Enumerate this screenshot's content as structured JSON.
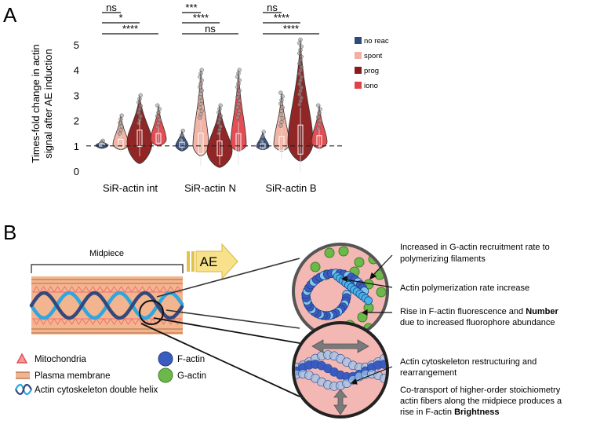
{
  "panel_a_letter": "A",
  "panel_b_letter": "B",
  "chart_data": {
    "type": "violin",
    "ylabel_line1": "Times-fold change in actin",
    "ylabel_line2": "signal after AE induction",
    "ylim": [
      0,
      5.3
    ],
    "yticks": [
      "0",
      "1",
      "2",
      "3",
      "4",
      "5"
    ],
    "reference_line": 1,
    "categories": [
      "SiR-actin int",
      "SiR-actin N",
      "SiR-actin B"
    ],
    "series": [
      {
        "name": "no reac",
        "color": "#2f4b7c",
        "max": [
          1.2,
          1.6,
          1.55
        ],
        "median": [
          1.05,
          1.05,
          1.0
        ],
        "min": [
          0.9,
          0.8,
          0.85
        ]
      },
      {
        "name": "spont",
        "color": "#f2b0a0",
        "max": [
          2.2,
          4.0,
          3.1
        ],
        "median": [
          1.1,
          1.1,
          1.1
        ],
        "min": [
          0.85,
          0.6,
          0.8
        ]
      },
      {
        "name": "prog",
        "color": "#8b1a1a",
        "max": [
          3.0,
          2.6,
          5.2
        ],
        "median": [
          1.3,
          0.9,
          1.25
        ],
        "min": [
          0.3,
          0.15,
          0.4
        ]
      },
      {
        "name": "iono",
        "color": "#e0444a",
        "max": [
          2.6,
          4.0,
          2.6
        ],
        "median": [
          1.3,
          1.1,
          1.2
        ],
        "min": [
          1.0,
          0.8,
          0.9
        ]
      }
    ],
    "significance": [
      [
        "ns",
        "*",
        "****"
      ],
      [
        "***",
        "****",
        "ns"
      ],
      [
        "ns",
        "****",
        "****"
      ]
    ]
  },
  "diagram": {
    "midpiece_label": "Midpiece",
    "arrow_label": "AE",
    "annotations": [
      {
        "text": "Increased in G-actin recruitment rate to"
      },
      {
        "text": "polymerizing filaments"
      },
      {
        "text": "Actin polymerization rate increase"
      },
      {
        "text": "Rise in F-actin fluorescence and "
      },
      {
        "text": "Number"
      },
      {
        "text": "due to increased fluorophore abundance"
      },
      {
        "text": "Actin cytoskeleton restructuring and"
      },
      {
        "text": "rearrangement"
      },
      {
        "text": "Co-transport of higher-order stoichiometry"
      },
      {
        "text": "actin fibers along the midpiece produces a"
      },
      {
        "text": "rise in F-actin "
      },
      {
        "text": "Brightness"
      }
    ],
    "key": {
      "mitochondria": "Mitochondria",
      "plasma_membrane": "Plasma membrane",
      "helix": "Actin cytoskeleton double helix",
      "factin": "F-actin",
      "gactin": "G-actin"
    },
    "colors": {
      "membrane": "#f3b58f",
      "membrane_line": "#b06a40",
      "mito": "#f07070",
      "helix_dark": "#34497a",
      "helix_light": "#2fa6de",
      "circle_bg": "#f4b8b4",
      "factin": "#3a5bbf",
      "gactin": "#6db84a",
      "arrow_fill": "#f7e18a"
    }
  }
}
